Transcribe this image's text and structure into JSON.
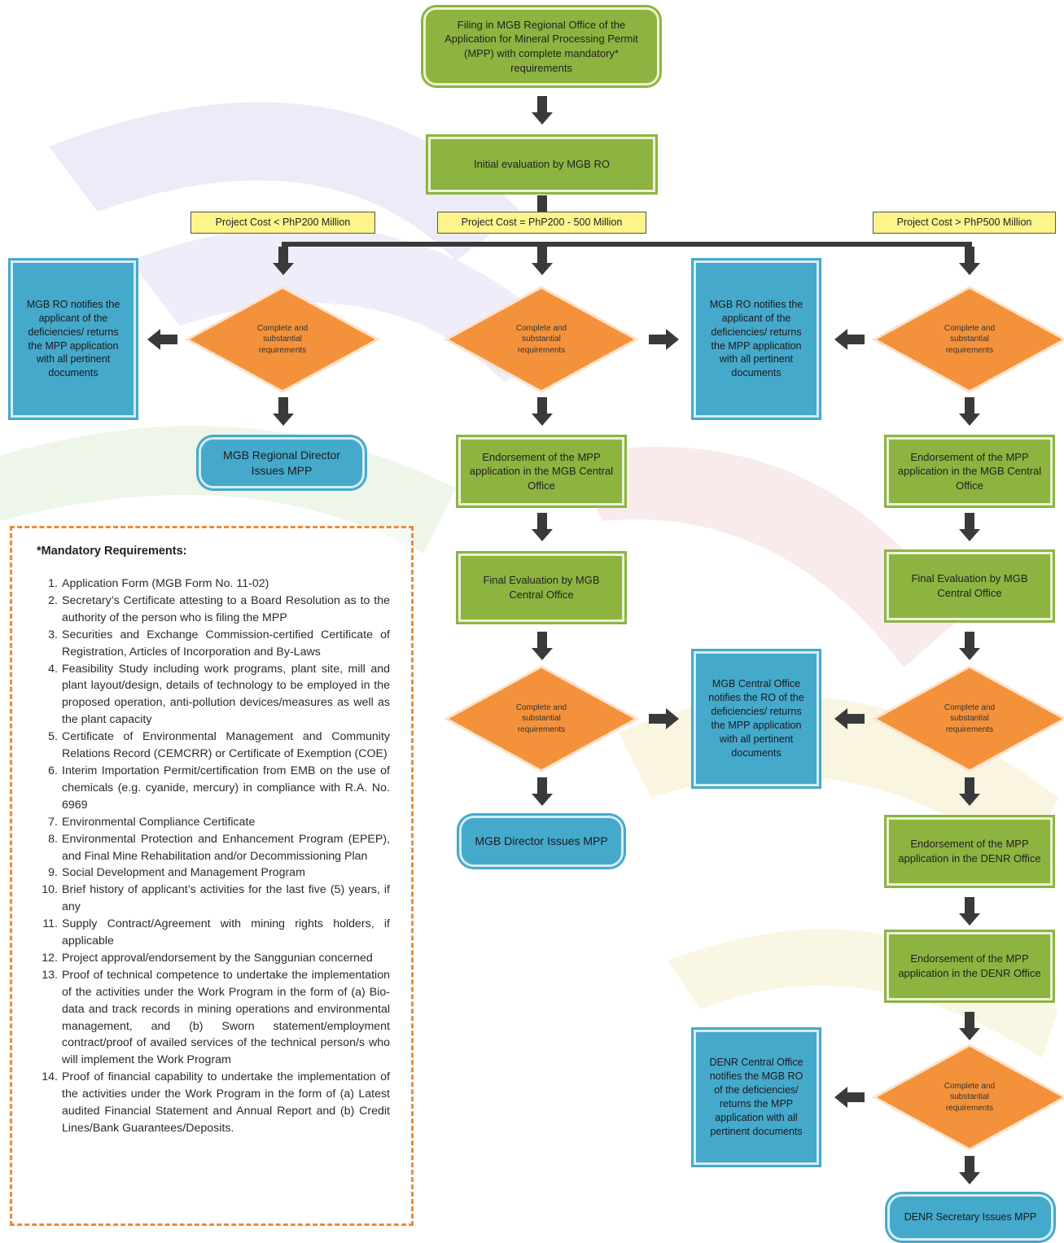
{
  "start": "Filing in MGB Regional Office of the Application for Mineral Processing Permit (MPP) with complete mandatory* requirements",
  "initial_eval": "Initial evaluation by MGB RO",
  "cost_labels": {
    "low": "Project Cost < PhP200 Million",
    "mid": "Project Cost = PhP200 - 500 Million",
    "high": "Project Cost > PhP500 Million"
  },
  "decision_text": "Complete and substantial requirements",
  "notices": {
    "ro_left": "MGB RO notifies the applicant of the deficiencies/ returns the MPP application with all pertinent documents",
    "ro_mid": "MGB RO notifies the applicant of the deficiencies/ returns the MPP application with all pertinent documents",
    "central": "MGB Central Office notifies the RO of the deficiencies/ returns the MPP application with all pertinent documents",
    "denr": "DENR Central Office notifies the MGB RO of the deficiencies/ returns the MPP application with all pertinent documents"
  },
  "outcomes": {
    "regional_director": "MGB Regional Director Issues MPP",
    "director": "MGB Director Issues MPP",
    "denr_secretary": "DENR Secretary Issues MPP"
  },
  "steps": {
    "endorse_central_mid": "Endorsement of the MPP application in the MGB Central Office",
    "final_eval_mid": "Final Evaluation by MGB Central Office",
    "endorse_central_high": "Endorsement of the MPP application in the MGB Central Office",
    "final_eval_high": "Final Evaluation by MGB Central Office",
    "endorse_denr_1": "Endorsement of the MPP application in the DENR Office",
    "endorse_denr_2": "Endorsement of the MPP application in the DENR Office"
  },
  "requirements": {
    "title": "*Mandatory Requirements:",
    "items": [
      {
        "num": "1.",
        "text": "Application Form (MGB Form No. 11-02)"
      },
      {
        "num": "2.",
        "text": "Secretary’s Certificate attesting to a Board Resolution as to the authority of the person who is filing the MPP"
      },
      {
        "num": "3.",
        "text": "Securities and Exchange Commission-certified Certificate of Registration, Articles of Incorporation and By-Laws"
      },
      {
        "num": "4.",
        "text": "Feasibility Study including work programs, plant site, mill and plant layout/design, details of technology to be employed in the proposed operation, anti-pollution devices/measures as well as the plant capacity"
      },
      {
        "num": "5.",
        "text": "Certificate of Environmental Management and Community Relations Record (CEMCRR) or Certificate of Exemption (COE)"
      },
      {
        "num": "6.",
        "text": "Interim Importation Permit/certification from EMB on the use of chemicals (e.g. cyanide, mercury) in compliance with R.A. No. 6969"
      },
      {
        "num": "7.",
        "text": "Environmental Compliance Certificate"
      },
      {
        "num": "8.",
        "text": "Environmental Protection and Enhancement Program (EPEP), and Final Mine Rehabilitation and/or Decommissioning Plan"
      },
      {
        "num": "9.",
        "text": "Social Development and Management Program"
      },
      {
        "num": "10.",
        "text": "Brief history of applicant’s activities for the last five (5) years, if any"
      },
      {
        "num": "11.",
        "text": "Supply Contract/Agreement with mining rights holders, if applicable"
      },
      {
        "num": "12.",
        "text": "Project approval/endorsement by the Sanggunian concerned"
      },
      {
        "num": "13.",
        "text": "Proof of technical competence to undertake the implementation of the activities under the Work Program in the form of (a) Bio-data and track records in mining operations and environmental management, and (b) Sworn statement/employment contract/proof of availed services of the technical person/s who will implement the Work Program"
      },
      {
        "num": "14.",
        "text": "Proof of financial capability to undertake the implementation of the activities under the Work Program in the form of (a) Latest audited Financial Statement and Annual Report and (b) Credit Lines/Bank Guarantees/Deposits."
      }
    ]
  },
  "colors": {
    "green": "#8db440",
    "blue": "#45a9cc",
    "orange": "#f4923c",
    "yellow": "#fdf58c",
    "dashed_border": "#ec8b3a"
  }
}
